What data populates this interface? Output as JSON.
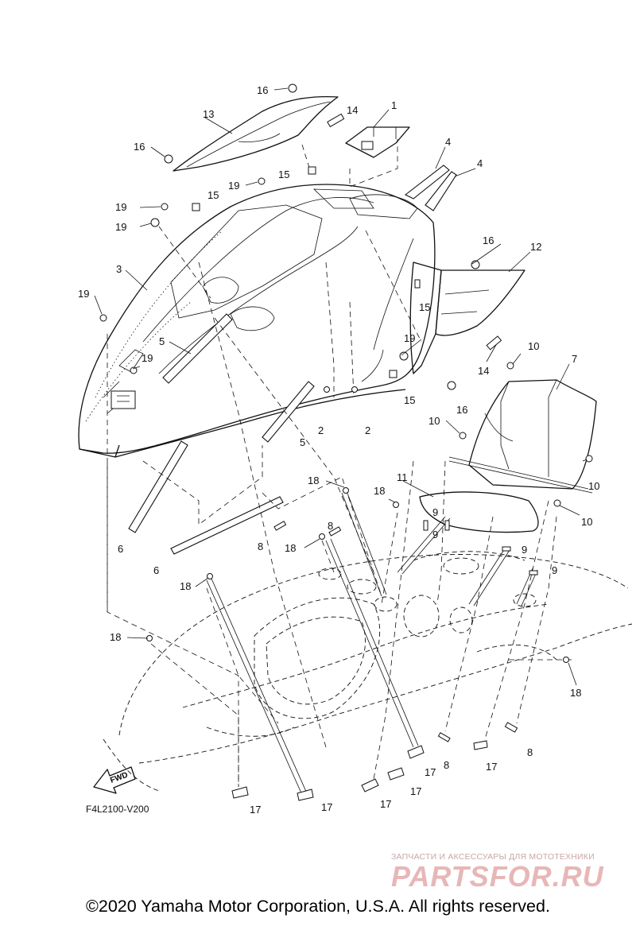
{
  "diagram": {
    "drawing_code": "F4L2100-V200",
    "fwd_arrow_label": "FWD",
    "copyright": "©2020 Yamaha Motor Corporation, U.S.A. All rights reserved.",
    "watermark": {
      "tagline": "ЗАПЧАСТИ И АКСЕССУАРЫ ДЛЯ МОТОТЕХНИКИ",
      "logo": "PARTSFOR.RU"
    },
    "callouts": [
      {
        "id": "c1",
        "label": "1"
      },
      {
        "id": "c2a",
        "label": "2"
      },
      {
        "id": "c2b",
        "label": "2"
      },
      {
        "id": "c3",
        "label": "3"
      },
      {
        "id": "c4a",
        "label": "4"
      },
      {
        "id": "c4b",
        "label": "4"
      },
      {
        "id": "c5a",
        "label": "5"
      },
      {
        "id": "c5b",
        "label": "5"
      },
      {
        "id": "c6a",
        "label": "6"
      },
      {
        "id": "c6b",
        "label": "6"
      },
      {
        "id": "c7",
        "label": "7"
      },
      {
        "id": "c8a",
        "label": "8"
      },
      {
        "id": "c8b",
        "label": "8"
      },
      {
        "id": "c8c",
        "label": "8"
      },
      {
        "id": "c8d",
        "label": "8"
      },
      {
        "id": "c9a",
        "label": "9"
      },
      {
        "id": "c9b",
        "label": "9"
      },
      {
        "id": "c9c",
        "label": "9"
      },
      {
        "id": "c9d",
        "label": "9"
      },
      {
        "id": "c10a",
        "label": "10"
      },
      {
        "id": "c10b",
        "label": "10"
      },
      {
        "id": "c10c",
        "label": "10"
      },
      {
        "id": "c10d",
        "label": "10"
      },
      {
        "id": "c11",
        "label": "11"
      },
      {
        "id": "c12",
        "label": "12"
      },
      {
        "id": "c13",
        "label": "13"
      },
      {
        "id": "c14a",
        "label": "14"
      },
      {
        "id": "c14b",
        "label": "14"
      },
      {
        "id": "c15a",
        "label": "15"
      },
      {
        "id": "c15b",
        "label": "15"
      },
      {
        "id": "c15c",
        "label": "15"
      },
      {
        "id": "c15d",
        "label": "15"
      },
      {
        "id": "c16a",
        "label": "16"
      },
      {
        "id": "c16b",
        "label": "16"
      },
      {
        "id": "c16c",
        "label": "16"
      },
      {
        "id": "c16d",
        "label": "16"
      },
      {
        "id": "c17a",
        "label": "17"
      },
      {
        "id": "c17b",
        "label": "17"
      },
      {
        "id": "c17c",
        "label": "17"
      },
      {
        "id": "c17d",
        "label": "17"
      },
      {
        "id": "c17e",
        "label": "17"
      },
      {
        "id": "c17f",
        "label": "17"
      },
      {
        "id": "c18a",
        "label": "18"
      },
      {
        "id": "c18b",
        "label": "18"
      },
      {
        "id": "c18c",
        "label": "18"
      },
      {
        "id": "c18d",
        "label": "18"
      },
      {
        "id": "c18e",
        "label": "18"
      },
      {
        "id": "c18f",
        "label": "18"
      },
      {
        "id": "c19a",
        "label": "19"
      },
      {
        "id": "c19b",
        "label": "19"
      },
      {
        "id": "c19c",
        "label": "19"
      },
      {
        "id": "c19d",
        "label": "19"
      },
      {
        "id": "c19e",
        "label": "19"
      },
      {
        "id": "c19f",
        "label": "19"
      }
    ]
  }
}
